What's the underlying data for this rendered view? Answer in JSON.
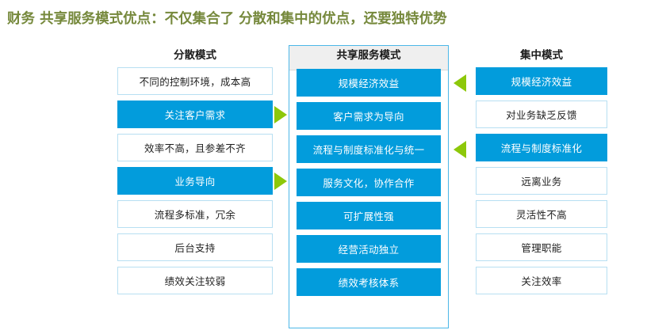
{
  "title": "财务 共享服务模式优点：不仅集合了 分散和集中的优点，还要独特优势",
  "colors": {
    "title": "#76893c",
    "accent_blue": "#029cdc",
    "arrow_green": "#8dc80a",
    "box_border": "#b7dff2",
    "frame_border": "#4bb7e8",
    "header_band": "#efefef"
  },
  "columns": {
    "left": {
      "header": "分散模式",
      "items": [
        {
          "label": "不同的控制环境，成本高",
          "highlighted": false
        },
        {
          "label": "关注客户需求",
          "highlighted": true
        },
        {
          "label": "效率不高，且参差不齐",
          "highlighted": false
        },
        {
          "label": "业务导向",
          "highlighted": true
        },
        {
          "label": "流程多标准，冗余",
          "highlighted": false
        },
        {
          "label": "后台支持",
          "highlighted": false
        },
        {
          "label": "绩效关注较弱",
          "highlighted": false
        }
      ]
    },
    "center": {
      "header": "共享服务模式",
      "items": [
        {
          "label": "规模经济效益",
          "highlighted": true
        },
        {
          "label": "客户需求为导向",
          "highlighted": true
        },
        {
          "label": "流程与制度标准化与统一",
          "highlighted": true
        },
        {
          "label": "服务文化，协作合作",
          "highlighted": true
        },
        {
          "label": "可扩展性强",
          "highlighted": true
        },
        {
          "label": "经营活动独立",
          "highlighted": true
        },
        {
          "label": "绩效考核体系",
          "highlighted": true
        }
      ]
    },
    "right": {
      "header": "集中模式",
      "items": [
        {
          "label": "规模经济效益",
          "highlighted": true
        },
        {
          "label": "对业务缺乏反馈",
          "highlighted": false
        },
        {
          "label": "流程与制度标准化",
          "highlighted": true
        },
        {
          "label": "远离业务",
          "highlighted": false
        },
        {
          "label": "灵活性不高",
          "highlighted": false
        },
        {
          "label": "管理职能",
          "highlighted": false
        },
        {
          "label": "关注效率",
          "highlighted": false
        }
      ]
    }
  },
  "arrows": [
    {
      "name": "arrow-left-to-center-row2",
      "direction": "right",
      "row_index": 1,
      "side": "left"
    },
    {
      "name": "arrow-left-to-center-row4",
      "direction": "right",
      "row_index": 3,
      "side": "left"
    },
    {
      "name": "arrow-right-to-center-row1",
      "direction": "left",
      "row_index": 0,
      "side": "right"
    },
    {
      "name": "arrow-right-to-center-row3",
      "direction": "left",
      "row_index": 2,
      "side": "right"
    }
  ]
}
